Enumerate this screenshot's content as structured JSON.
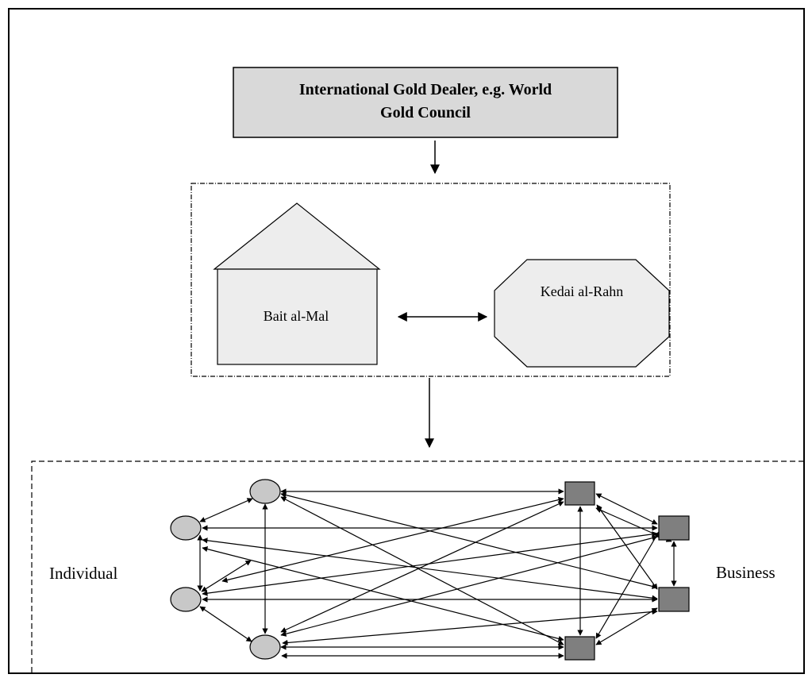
{
  "diagram": {
    "top_box": {
      "line1": "International Gold Dealer, e.g. World",
      "line2": "Gold Council"
    },
    "house": {
      "label": "Bait al-Mal"
    },
    "octagon": {
      "label": "Kedai al-Rahn"
    },
    "network": {
      "left_label": "Individual",
      "right_label": "Business"
    },
    "colors": {
      "box_fill": "#d9d9d9",
      "shape_fill": "#ededed",
      "ellipse_fill": "#c8c8c8",
      "square_fill": "#7f7f7f",
      "stroke": "#000000"
    }
  }
}
